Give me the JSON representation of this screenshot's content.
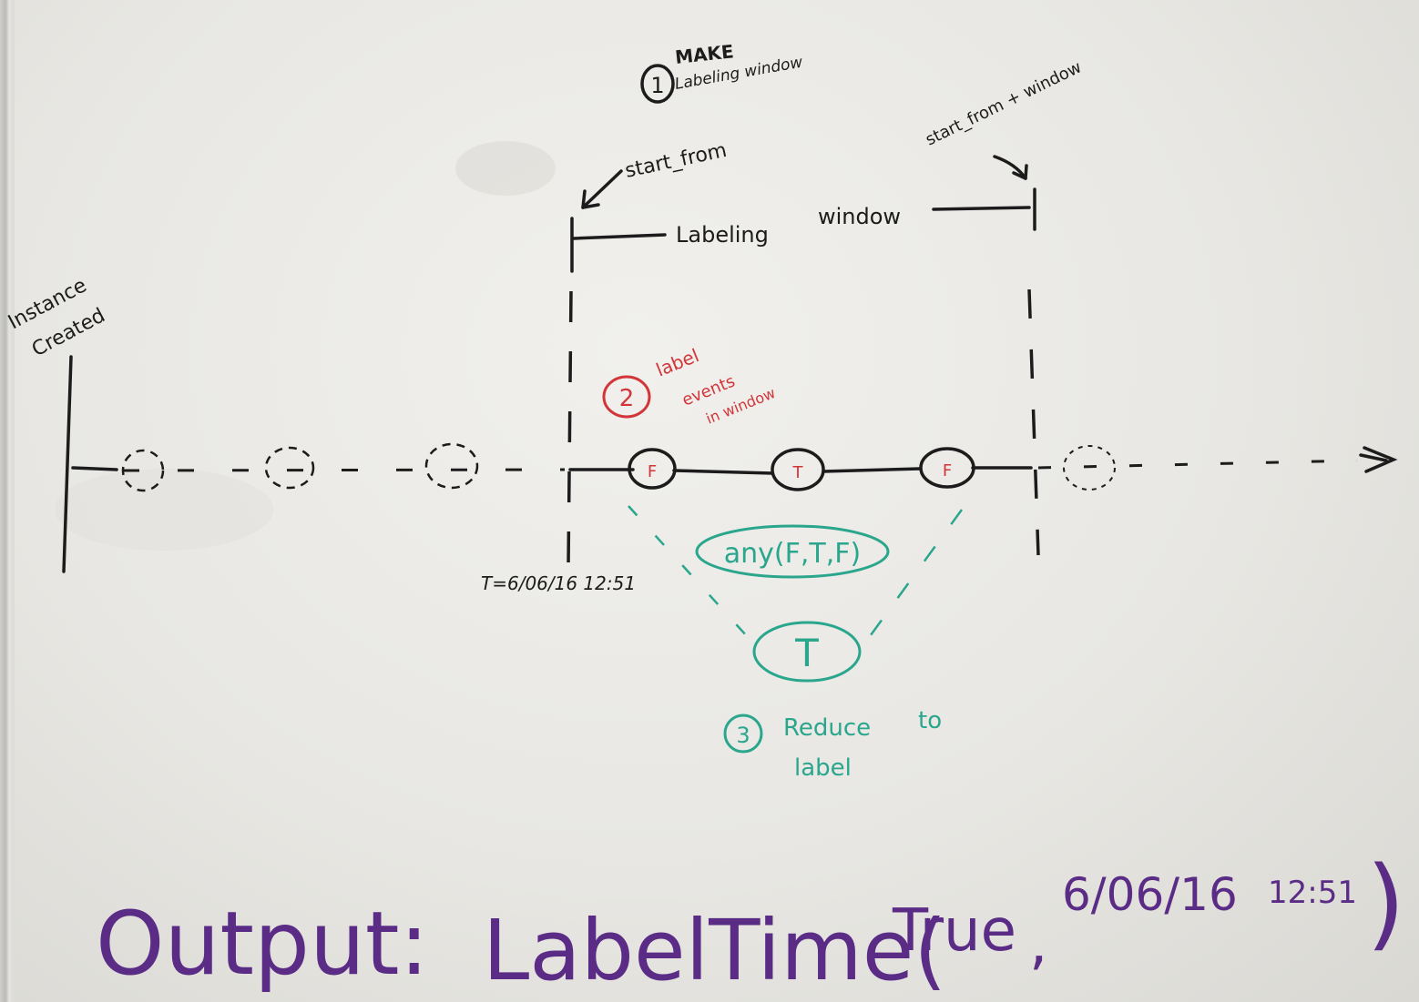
{
  "step1": {
    "number": "1",
    "line1": "MAKE",
    "line2": "Labeling window"
  },
  "start_from_label": "start_from",
  "start_from_window_label": "start_from + window",
  "labeling_window_left": "Labeling",
  "labeling_window_right": "window",
  "instance_label_line1": "Instance",
  "instance_label_line2": "Created",
  "step2": {
    "number": "2",
    "line1": "label",
    "line2": "events",
    "line3": "in window"
  },
  "events": [
    {
      "value": "F"
    },
    {
      "value": "T"
    },
    {
      "value": "F"
    }
  ],
  "timestamp_label": "T=6/06/16 12:51",
  "reduce_expression": "any(F,T,F)",
  "reduced_value": "T",
  "step3": {
    "number": "3",
    "line1": "Reduce",
    "line2": "to",
    "line3": "label"
  },
  "output": {
    "prefix": "Output:",
    "func": "LabelTime(",
    "arg1": "True",
    "sep": ",",
    "arg2": "6/06/16",
    "arg3": "12:51",
    "close": ")"
  },
  "colors": {
    "black_marker": "#1c1c1c",
    "red_marker": "#d2363a",
    "teal_marker": "#2aa68d",
    "purple_marker": "#5b2c86",
    "board": "#ecebe7"
  }
}
